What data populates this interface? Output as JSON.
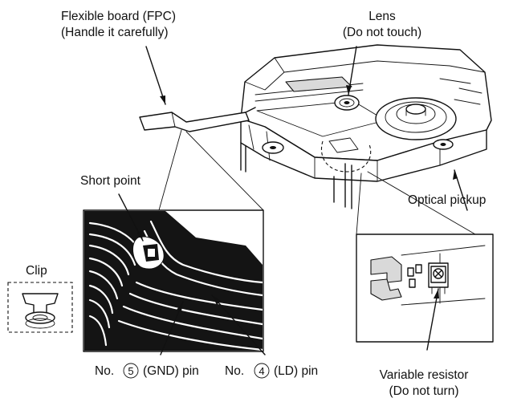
{
  "labels": {
    "fpc_line1": "Flexible board (FPC)",
    "fpc_line2": "(Handle it carefully)",
    "lens_line1": "Lens",
    "lens_line2": "(Do not touch)",
    "short_point": "Short point",
    "optical_pickup": "Optical pickup",
    "clip": "Clip",
    "gnd_pin_prefix": "No.",
    "gnd_pin_number": "5",
    "gnd_pin_suffix": "(GND) pin",
    "ld_pin_prefix": "No.",
    "ld_pin_number": "4",
    "ld_pin_suffix": "(LD) pin",
    "resistor_line1": "Variable resistor",
    "resistor_line2": "(Do not turn)"
  }
}
